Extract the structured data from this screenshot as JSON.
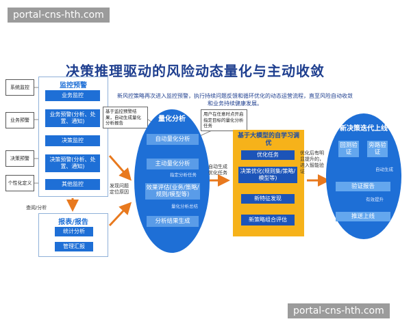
{
  "watermark": "portal-cns-hth.com",
  "title": "决策推理驱动的风险动态量化与主动收敛",
  "subtitle": "新风控策略再次进入监控预警，执行持续问题反馈和循环优化的动态运营流程，直至风险自动收敛和业务持续健康发展。",
  "left_panel": {
    "title": "监控预警",
    "items": [
      "业务监控",
      "业务预警(分析、处置、通知)",
      "决策监控",
      "决策预警(分析、处置、通知)",
      "其他监控"
    ]
  },
  "side_labels": [
    "系统监控",
    "业务预警",
    "决策预警",
    "个性化定义"
  ],
  "query_label": "查阅/分析",
  "report_panel": {
    "title": "报表/报告",
    "items": [
      "统计分析",
      "管理汇报"
    ]
  },
  "note1": "基于监控预警结果，自动生成量化分析报告",
  "note2": "用户在任意时点开启指定目标的量化分析任务",
  "discover_label": "发现问题定位原因",
  "quant": {
    "title": "量化分析",
    "items": [
      "自动量化分析",
      "主动量化分析",
      "效果评估(业务/策略/规则/模型等)",
      "分析结果生成"
    ],
    "labels": [
      "指定分析任务",
      "量化分析总结"
    ]
  },
  "auto_optimize_label": "自动生成优化任务",
  "self_learn": {
    "title": "基于大模型的自学习调优",
    "items": [
      "优化任务",
      "决策优化(规则集/策略/模型等)",
      "新特征发现",
      "新策略组合评估"
    ]
  },
  "optimize_label": "优化后有明显提升的，进入智能验证",
  "new_decision": {
    "title": "新决策迭代上线",
    "verify": [
      "回测验证",
      "旁路验证"
    ],
    "auto_gen": "自动生成",
    "report": "验证报告",
    "effective": "有效提升",
    "launch": "推送上线"
  }
}
